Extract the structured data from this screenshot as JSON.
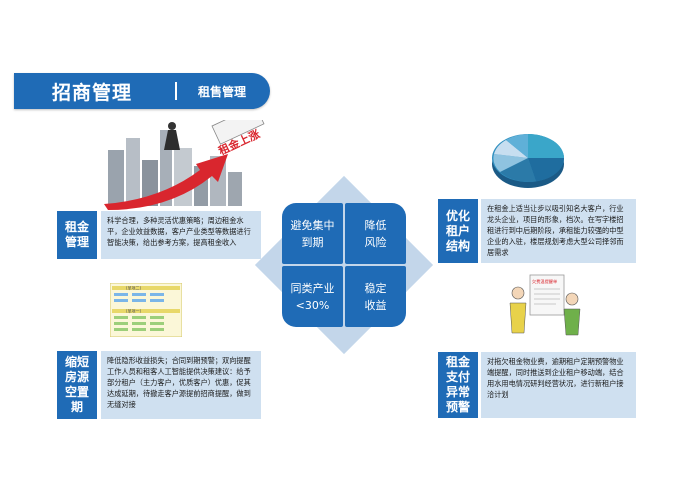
{
  "header": {
    "title": "招商管理",
    "subtitle": "租售管理"
  },
  "blocks": {
    "rent_mgmt": {
      "label": "租金\n管理",
      "text": "科学合理，多种灵活优惠策略；周边租金水平，企业效益数据，客户产业类型等数据进行智能决策，给出参考方案，提高租金收入"
    },
    "vacancy": {
      "label": "缩短\n房源\n空置\n期",
      "text": "降低隐形收益损失；合同到期预警；双向提醒工作人员和租客人工智能提供决策建议：给予部分租户（主力客户，优质客户）优惠，促其达成延期，待撤走客户源提前招商提醒，做到无缝对接"
    },
    "tenant_structure": {
      "label": "优化\n租户\n结构",
      "text": "在租金上适当让步以吸引知名大客户，行业龙头企业，项目的形象，档次。在写字楼招租进行到中后期阶段，承租能力较强的中型企业的入驻，楼层规划考虑大型公司择邻而居需求"
    },
    "payment": {
      "label": "租金\n支付\n异常\n预警",
      "text": "对拖欠租金物业费，逾期租户定期预警物业端提醒，同时推送到企业租户移动端，结合用水用电情况研判经营状况，进行新租户接洽计划"
    }
  },
  "center": {
    "q1": "避免集中\n到期",
    "q2": "降低\n风险",
    "q3": "同类产业\n<30%",
    "q4": "稳定\n收益"
  },
  "illustrations": {
    "rent_rise_sign": "租金上涨",
    "poster_title": "欠费温提醒单",
    "table_headers": [
      "(单项二)",
      "(单项一)"
    ]
  },
  "colors": {
    "primary": "#1f6bb6",
    "light": "#cfe0f0",
    "diamond": "#c3d6ea",
    "arrow": "#d9262e"
  }
}
